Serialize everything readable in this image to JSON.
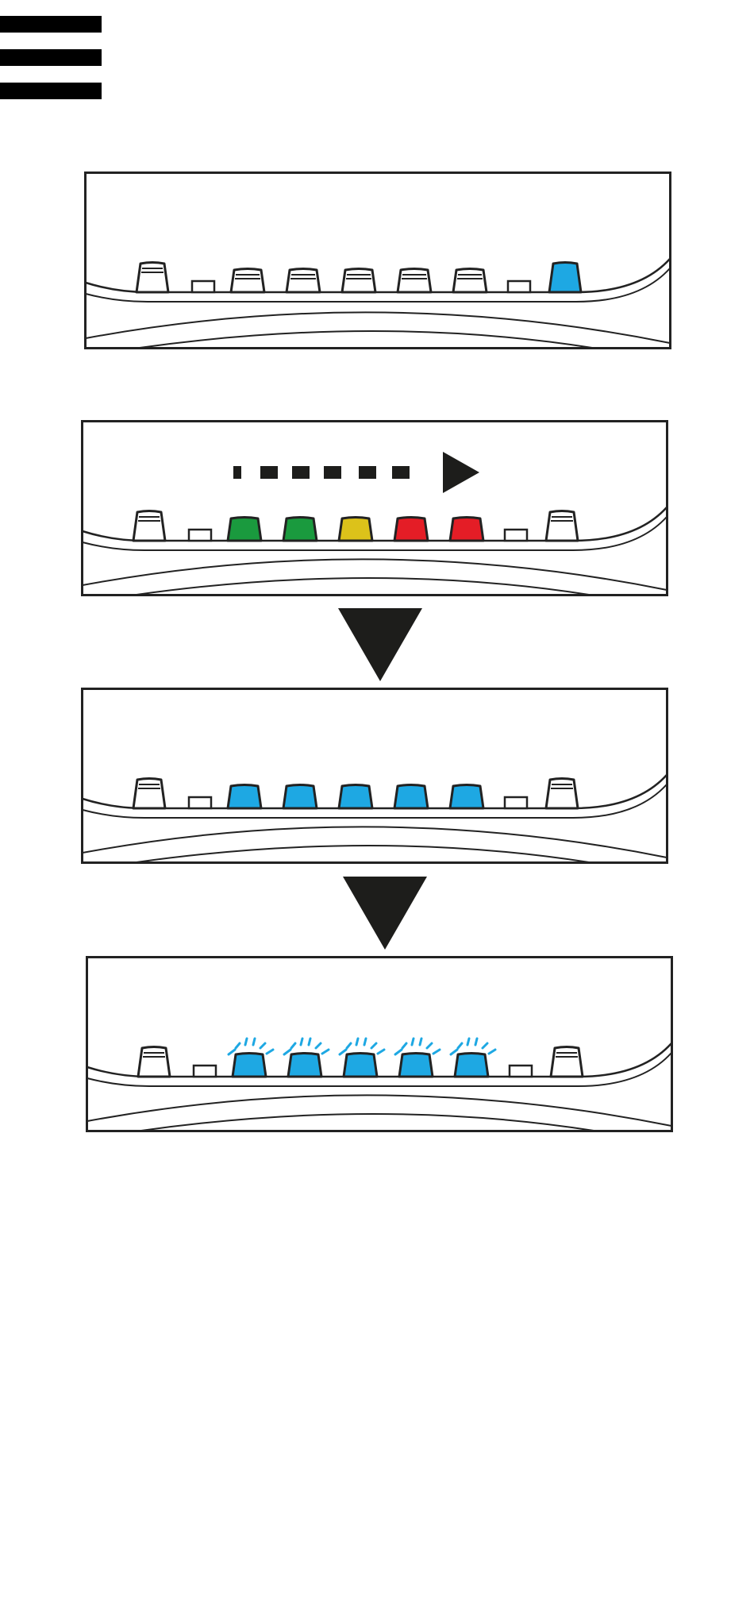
{
  "colors": {
    "outline": "#222222",
    "blue": "#1ea8e3",
    "green": "#1a9a3e",
    "yellow": "#dcc21a",
    "red": "#e41d26",
    "unlit": "#ffffff",
    "arrow": "#1d1d1b"
  },
  "icons": {
    "menu": "hamburger-menu-icon",
    "progress": "dashed-right-arrow-icon",
    "step": "down-triangle-arrow-icon",
    "blink": "light-rays-icon"
  },
  "panels": [
    {
      "name": "panel-1",
      "progress_arrow": false,
      "keys": [
        "unlit",
        "small",
        "unlit",
        "unlit",
        "unlit",
        "unlit",
        "unlit",
        "small",
        "blue"
      ],
      "blinking": [
        false,
        false,
        false,
        false,
        false,
        false,
        false,
        false,
        false
      ]
    },
    {
      "name": "panel-2",
      "progress_arrow": true,
      "keys": [
        "unlit",
        "small",
        "green",
        "green",
        "yellow",
        "red",
        "red",
        "small",
        "unlit"
      ],
      "blinking": [
        false,
        false,
        false,
        false,
        false,
        false,
        false,
        false,
        false
      ]
    },
    {
      "name": "panel-3",
      "progress_arrow": false,
      "keys": [
        "unlit",
        "small",
        "blue",
        "blue",
        "blue",
        "blue",
        "blue",
        "small",
        "unlit"
      ],
      "blinking": [
        false,
        false,
        false,
        false,
        false,
        false,
        false,
        false,
        false
      ]
    },
    {
      "name": "panel-4",
      "progress_arrow": false,
      "keys": [
        "unlit",
        "small",
        "blue",
        "blue",
        "blue",
        "blue",
        "blue",
        "small",
        "unlit"
      ],
      "blinking": [
        false,
        false,
        true,
        true,
        true,
        true,
        true,
        false,
        false
      ]
    }
  ]
}
